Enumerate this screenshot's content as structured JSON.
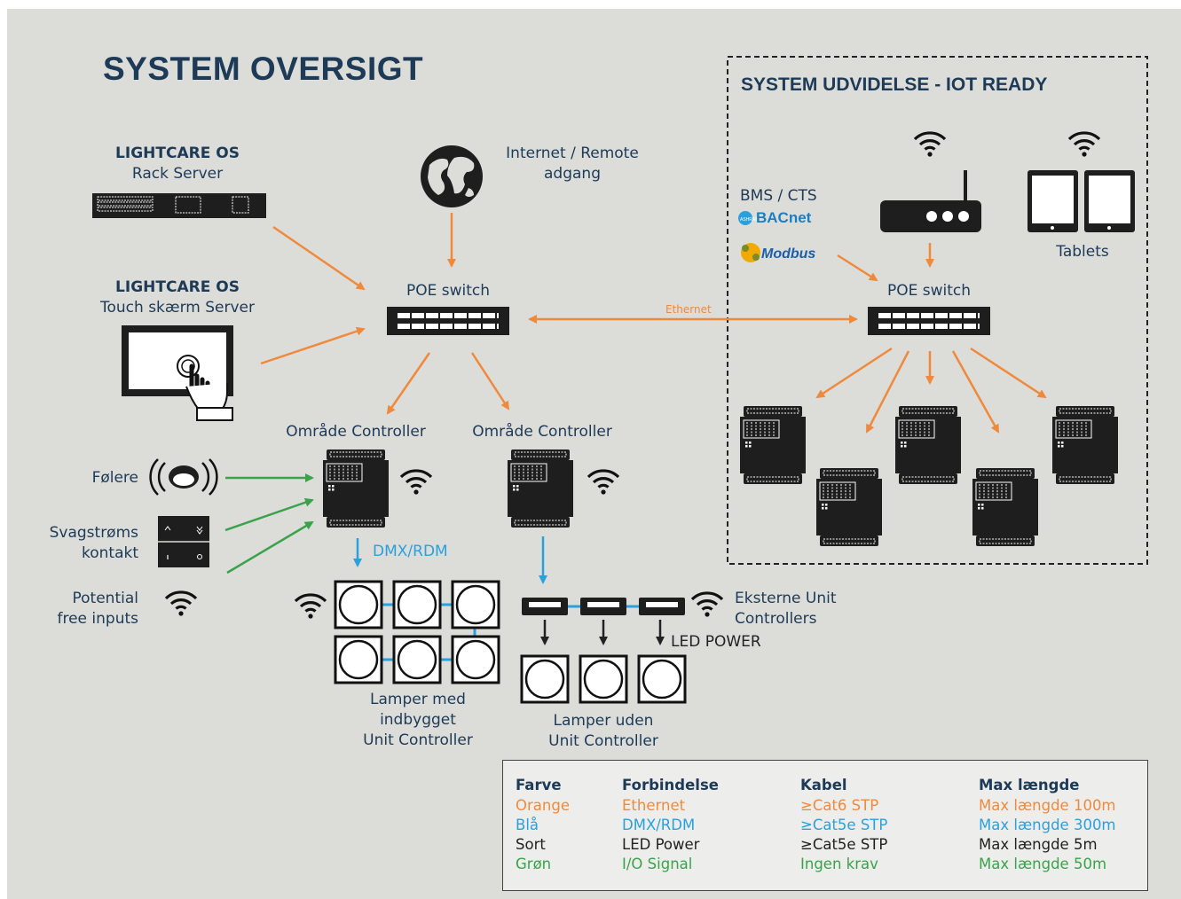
{
  "title": "SYSTEM OVERSIGT",
  "expansion": {
    "title": "SYSTEM UDVIDELSE - IOT READY",
    "bms_label": "BMS / CTS",
    "bacnet_label": "BACnet",
    "modbus_label": "Modbus",
    "switch_label": "POE switch",
    "tablets_label": "Tablets"
  },
  "rack": {
    "title": "LIGHTCARE OS",
    "subtitle": "Rack Server"
  },
  "touch": {
    "title": "LIGHTCARE OS",
    "subtitle": "Touch skærm Server"
  },
  "internet": {
    "line1": "Internet / Remote",
    "line2": "adgang"
  },
  "main_switch_label": "POE switch",
  "ethernet_label": "Ethernet",
  "controllers": {
    "left": "Område Controller",
    "right": "Område Controller"
  },
  "inputs": {
    "sensors": "Følere",
    "switch_line1": "Svagstrøms",
    "switch_line2": "kontakt",
    "free_line1": "Potential",
    "free_line2": "free inputs"
  },
  "dmx_label": "DMX/RDM",
  "lamps_builtin": {
    "line1": "Lamper med",
    "line2": "indbygget",
    "line3": "Unit Controller"
  },
  "lamps_plain": {
    "line1": "Lamper uden",
    "line2": "Unit Controller"
  },
  "external": {
    "line1": "Eksterne Unit",
    "line2": "Controllers"
  },
  "led_power_label": "LED POWER",
  "legend": {
    "headers": {
      "color": "Farve",
      "connection": "Forbindelse",
      "cable": "Kabel",
      "max": "Max længde"
    },
    "rows": [
      {
        "color": "Orange",
        "connection": "Ethernet",
        "cable": "≥Cat6 STP",
        "max": "Max længde 100m",
        "hex": "#ef8a3d"
      },
      {
        "color": "Blå",
        "connection": "DMX/RDM",
        "cable": "≥Cat5e STP",
        "max": "Max længde 300m",
        "hex": "#29a1dc"
      },
      {
        "color": "Sort",
        "connection": "LED Power",
        "cable": "≥Cat5e STP",
        "max": "Max længde 5m",
        "hex": "#222222"
      },
      {
        "color": "Grøn",
        "connection": "I/O Signal",
        "cable": "Ingen krav",
        "max": "Max længde 50m",
        "hex": "#3aa34a"
      }
    ]
  },
  "colors": {
    "orange": "#ef8a3d",
    "blue": "#29a1dc",
    "green": "#3aa34a",
    "navy": "#1d3a57"
  }
}
